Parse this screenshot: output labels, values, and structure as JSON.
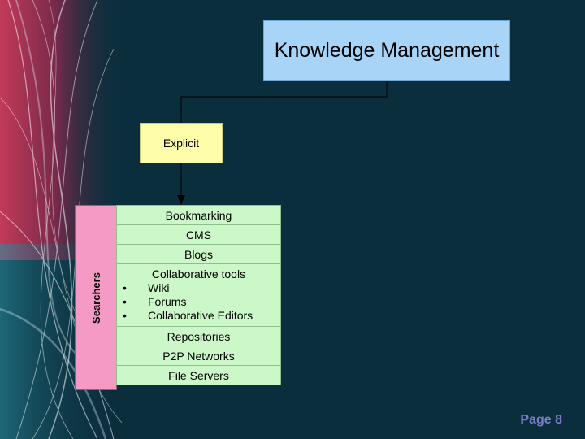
{
  "diagram": {
    "root": {
      "label": "Knowledge Management"
    },
    "child": {
      "label": "Explicit"
    },
    "side_label": "Searchers",
    "items": [
      {
        "label": "Bookmarking"
      },
      {
        "label": "CMS"
      },
      {
        "label": "Blogs"
      },
      {
        "label": "Collaborative tools",
        "sub_items": [
          "Wiki",
          "Forums",
          "Collaborative Editors"
        ]
      },
      {
        "label": "Repositories"
      },
      {
        "label": "P2P Networks"
      },
      {
        "label": "File Servers"
      }
    ],
    "bullet_glyph": "•"
  },
  "footer": {
    "page_label": "Page 8"
  },
  "colors": {
    "background": "#0b2e3d",
    "root_fill": "#a8d4f8",
    "child_fill": "#fdfdaa",
    "side_fill": "#f49ac4",
    "item_fill": "#ccf7c8",
    "page_label": "#7a7ec4"
  }
}
